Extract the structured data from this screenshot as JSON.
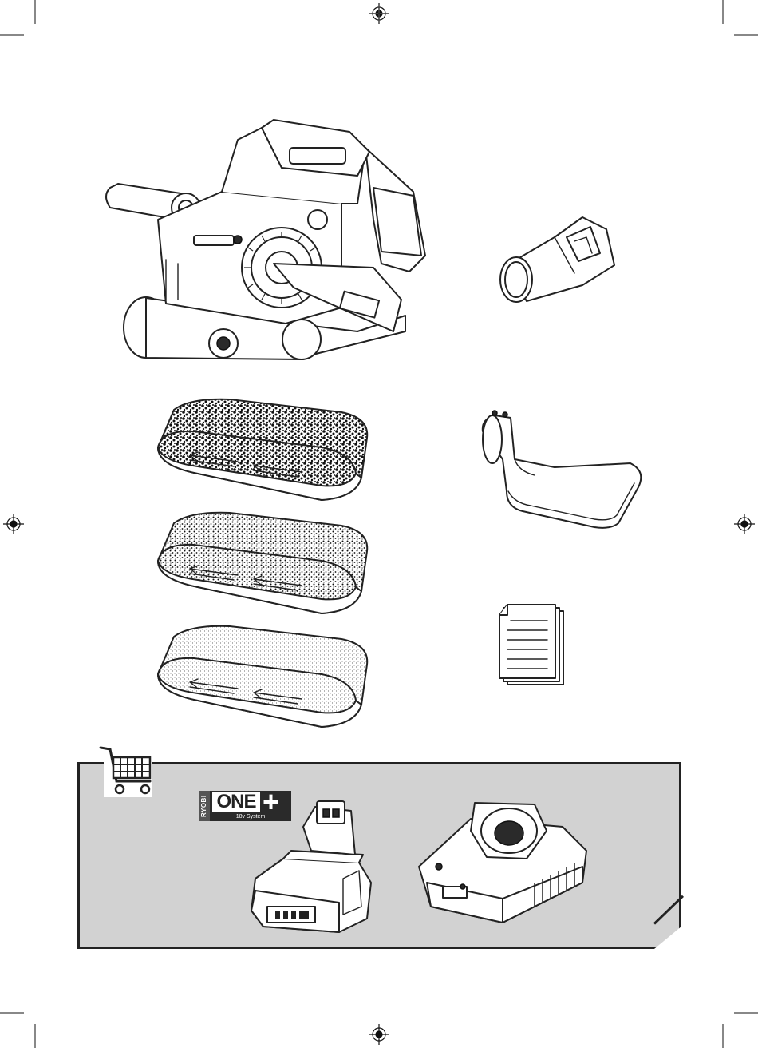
{
  "page": {
    "background": "#ffffff",
    "accent_gray": "#d2d2d2",
    "ink": "#222222"
  },
  "contents": {
    "sander": {
      "icon": "belt-sander"
    },
    "dust_adapter": {
      "icon": "dust-port-adapter"
    },
    "dust_bag": {
      "icon": "dust-bag"
    },
    "sanding_belts": [
      {
        "icon": "sanding-belt-coarse",
        "grit": "coarse"
      },
      {
        "icon": "sanding-belt-medium",
        "grit": "medium"
      },
      {
        "icon": "sanding-belt-fine",
        "grit": "fine"
      }
    ],
    "documents": {
      "icon": "operator-manual"
    }
  },
  "accessories": {
    "cart_icon": "shopping-cart",
    "brand": {
      "side_text": "RYOBI",
      "name": "ONE",
      "plus": "+",
      "system": "18v System"
    },
    "battery": {
      "icon": "battery-pack"
    },
    "charger": {
      "icon": "charger"
    }
  }
}
